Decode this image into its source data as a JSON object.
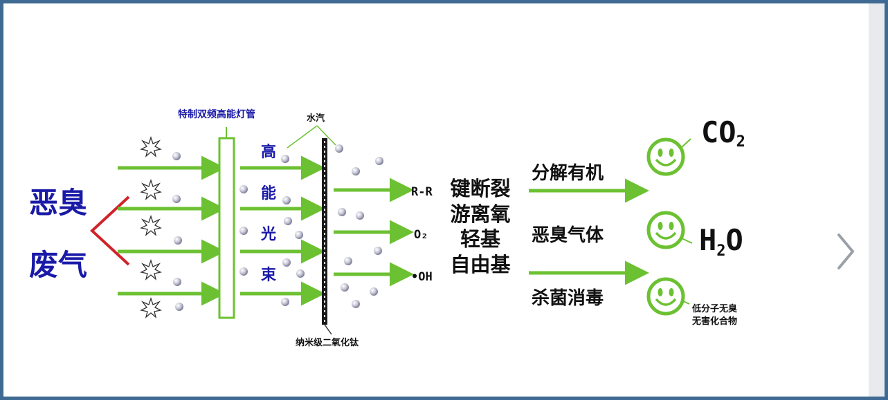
{
  "colors": {
    "arrow": "#6cc132",
    "text_blue": "#1a1aa8",
    "fork": "#d1222a",
    "face": "#6cc132",
    "frame": "#3f6a93"
  },
  "icons": {
    "next": "chevron-right-icon",
    "face": "smiley-face-icon",
    "spark": "star-burst-icon"
  },
  "source": {
    "line1": "恶臭",
    "line2": "废气"
  },
  "lamp_label": "特制双频高能灯管",
  "beam_chars": [
    "高",
    "能",
    "光",
    "束"
  ],
  "vapor_label": "水汽",
  "titanium_label": "纳米级二氧化钛",
  "radicals": [
    "R-R",
    "O₂",
    "•OH"
  ],
  "process_lines": [
    "键断裂",
    "游离氧",
    "轻基",
    "自由基"
  ],
  "actions": [
    "分解有机",
    "恶臭气体",
    "杀菌消毒"
  ],
  "products": {
    "co2": "CO",
    "co2_sub": "2",
    "h2o_a": "H",
    "h2o_sub": "2",
    "h2o_b": "O",
    "harmless_1": "低分子无臭",
    "harmless_2": "无害化合物"
  }
}
